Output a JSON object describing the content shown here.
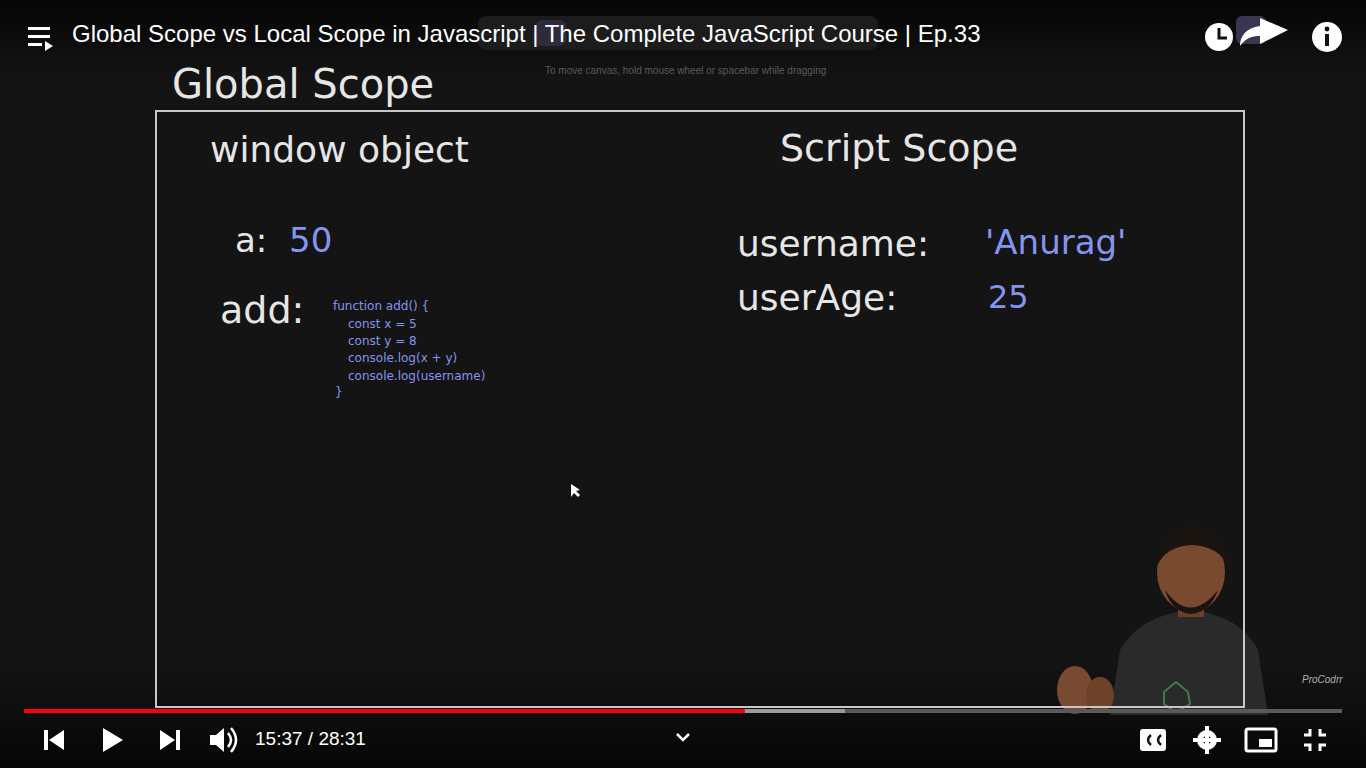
{
  "diagram": {
    "title": "Global Scope vs Local Scope in Javascript | The Complete JavaScript Course | Ep.33",
    "nodes": [
      {
        "text": [
          "Global Scope"
        ]
      }
    ],
    "labels": [
      "To move canvas, hold mouse wheel or spacebar while dragging",
      "window object",
      "a:",
      "50",
      "add:",
      "function add() {",
      "const x = 5",
      "const y = 8",
      "console.log(x + y)",
      "console.log(username)",
      "}",
      "Script Scope",
      "username:",
      "'Anurag'",
      "userAge:",
      "25",
      "15:37 / 28:31",
      "ProCodrr"
    ]
  }
}
